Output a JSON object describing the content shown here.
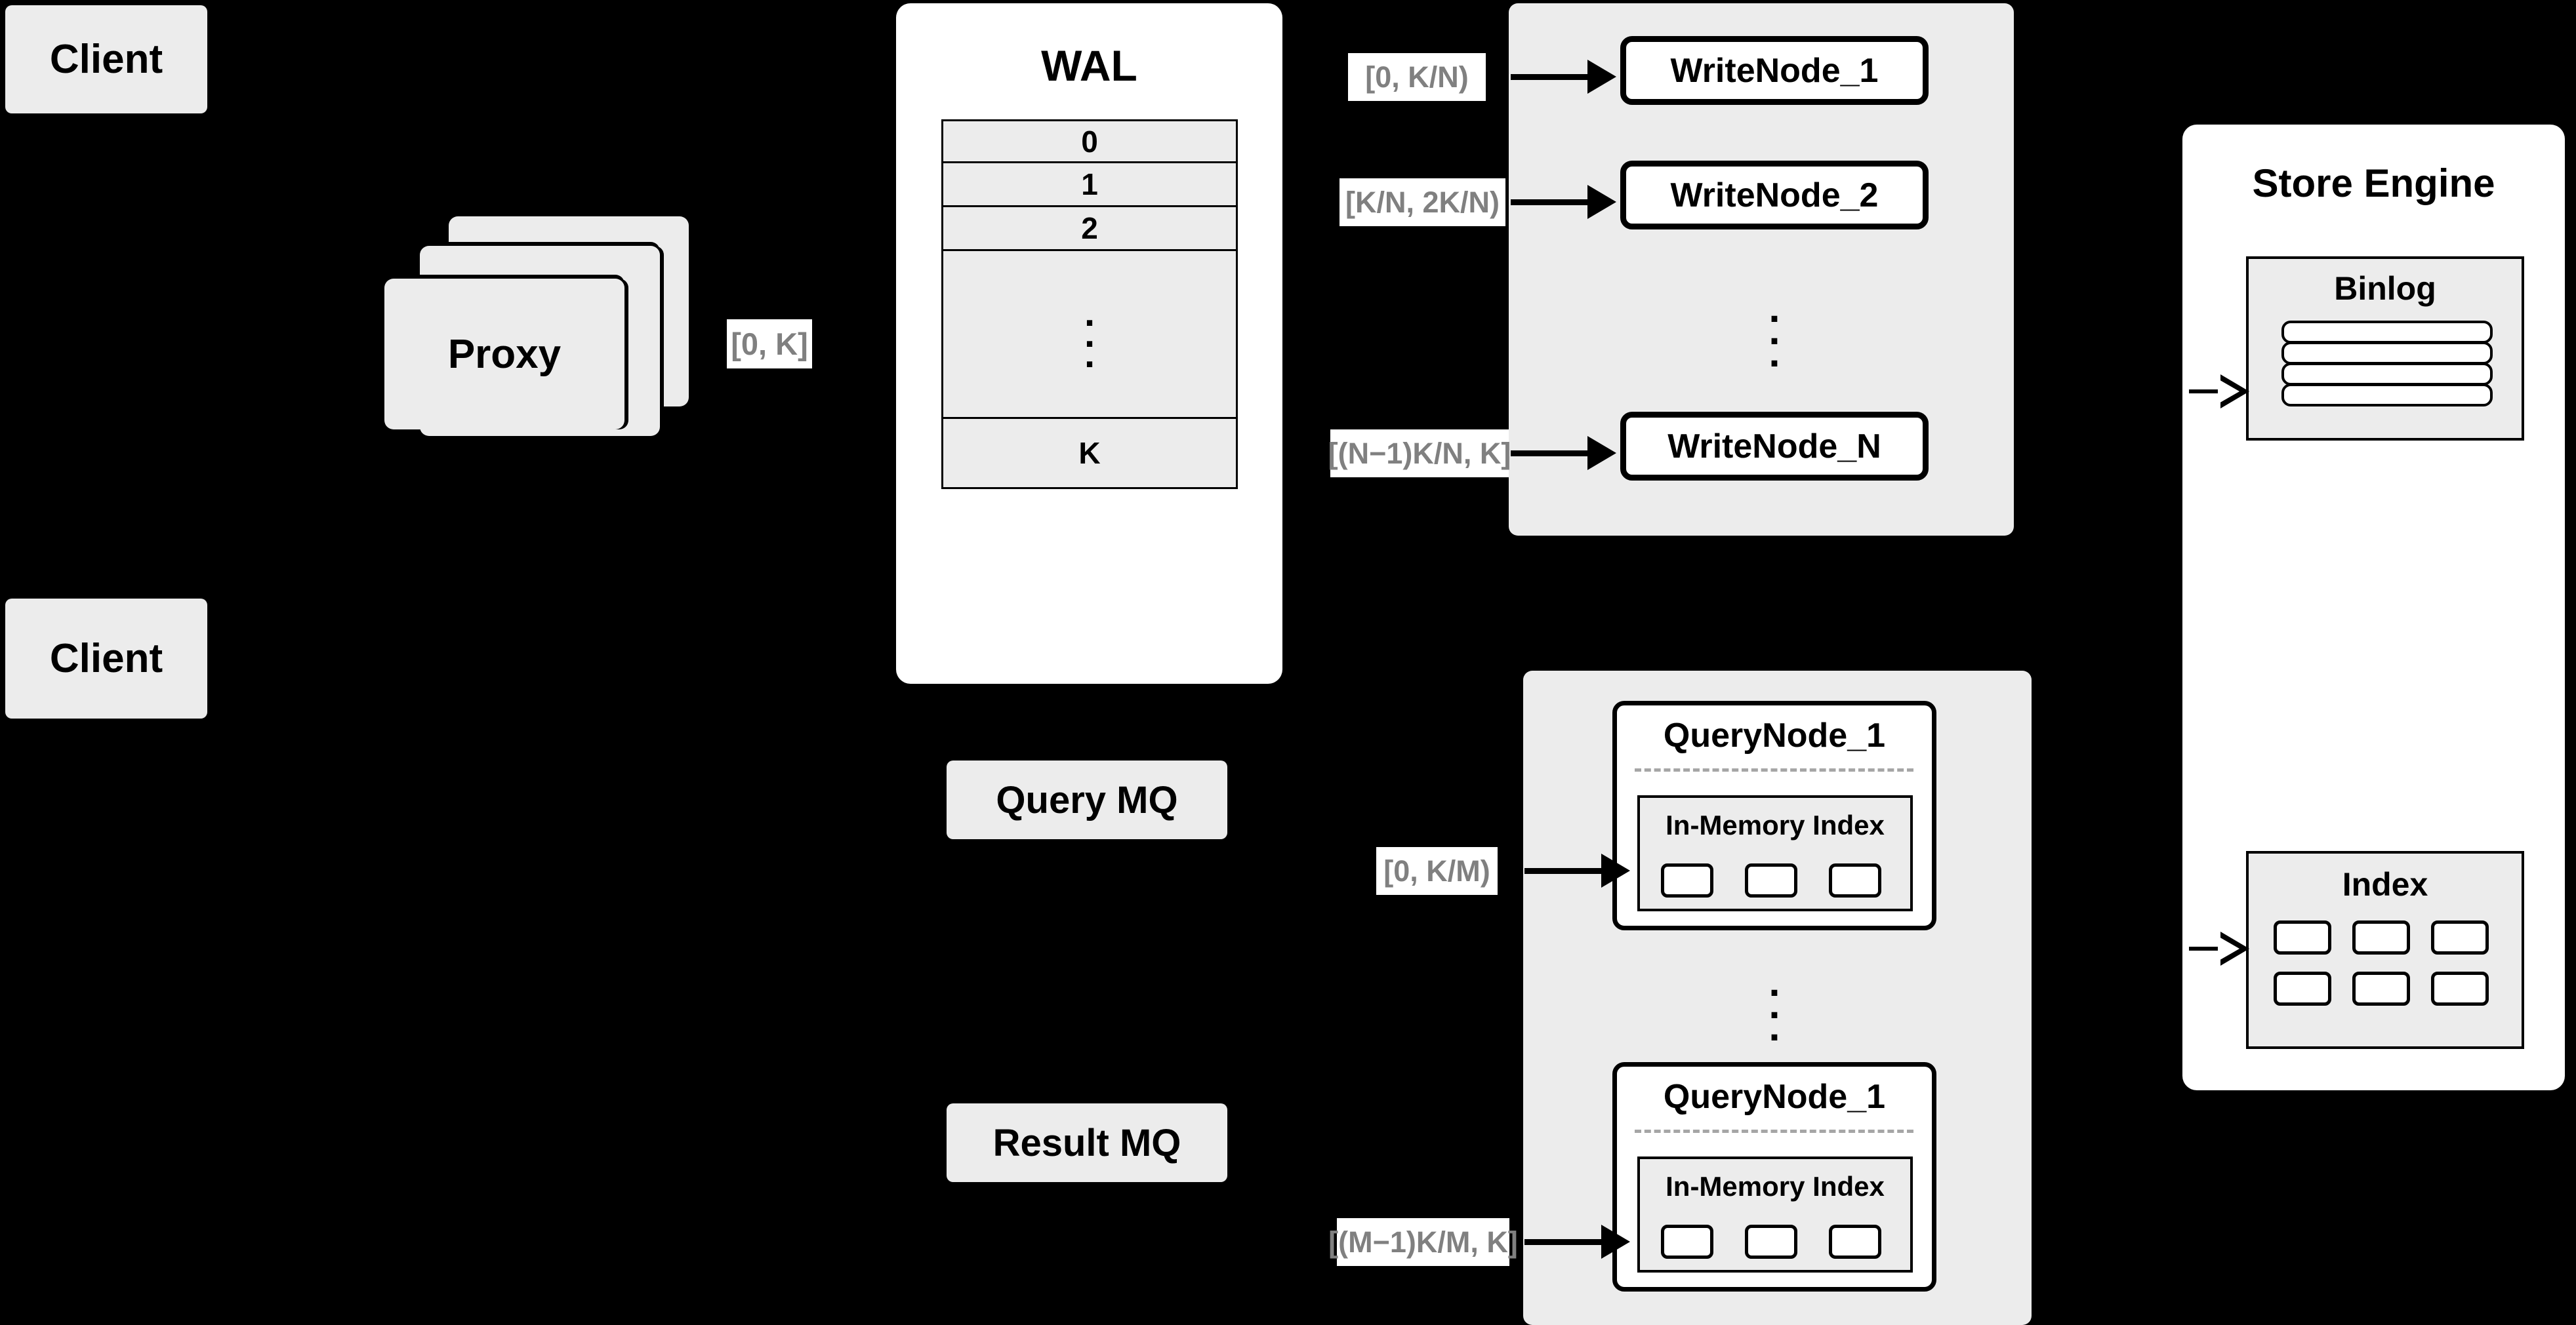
{
  "diagram": {
    "title": "Distributed write/query architecture",
    "background": "#000000",
    "fill_gray": "#ececec",
    "fill_white": "#ffffff",
    "label_text_color": "#808080",
    "stroke": "#000000"
  },
  "clients": [
    {
      "label": "Client"
    },
    {
      "label": "Client"
    }
  ],
  "proxy": {
    "label": "Proxy",
    "stack_count": 3,
    "range_label": "[0, K]"
  },
  "wal": {
    "title": "WAL",
    "rows": [
      "0",
      "1",
      "2",
      "",
      "K"
    ],
    "ellipsis": "· · ·"
  },
  "write_pool": {
    "nodes": [
      {
        "label": "WriteNode_1",
        "range_label": "[0,  K/N)"
      },
      {
        "label": "WriteNode_2",
        "range_label": "[K/N, 2K/N)"
      },
      {
        "label": "WriteNode_N",
        "range_label": "[(N−1)K/N,  K]"
      }
    ],
    "ellipsis": "· · ·"
  },
  "query_pool": {
    "nodes": [
      {
        "label": "QueryNode_1",
        "range_label": "[0, K/M)",
        "index": {
          "title": "In-Memory Index",
          "chips": 3
        }
      },
      {
        "label": "QueryNode_1",
        "range_label": "[(M−1)K/M, K]",
        "index": {
          "title": "In-Memory Index",
          "chips": 3
        }
      }
    ],
    "ellipsis": "· · ·"
  },
  "message_queues": [
    {
      "label": "Query MQ"
    },
    {
      "label": "Result MQ"
    }
  ],
  "store_engine": {
    "title": "Store Engine",
    "binlog": {
      "title": "Binlog",
      "rows": 4
    },
    "index": {
      "title": "Index",
      "chip_rows": 2,
      "chip_cols": 3
    }
  }
}
